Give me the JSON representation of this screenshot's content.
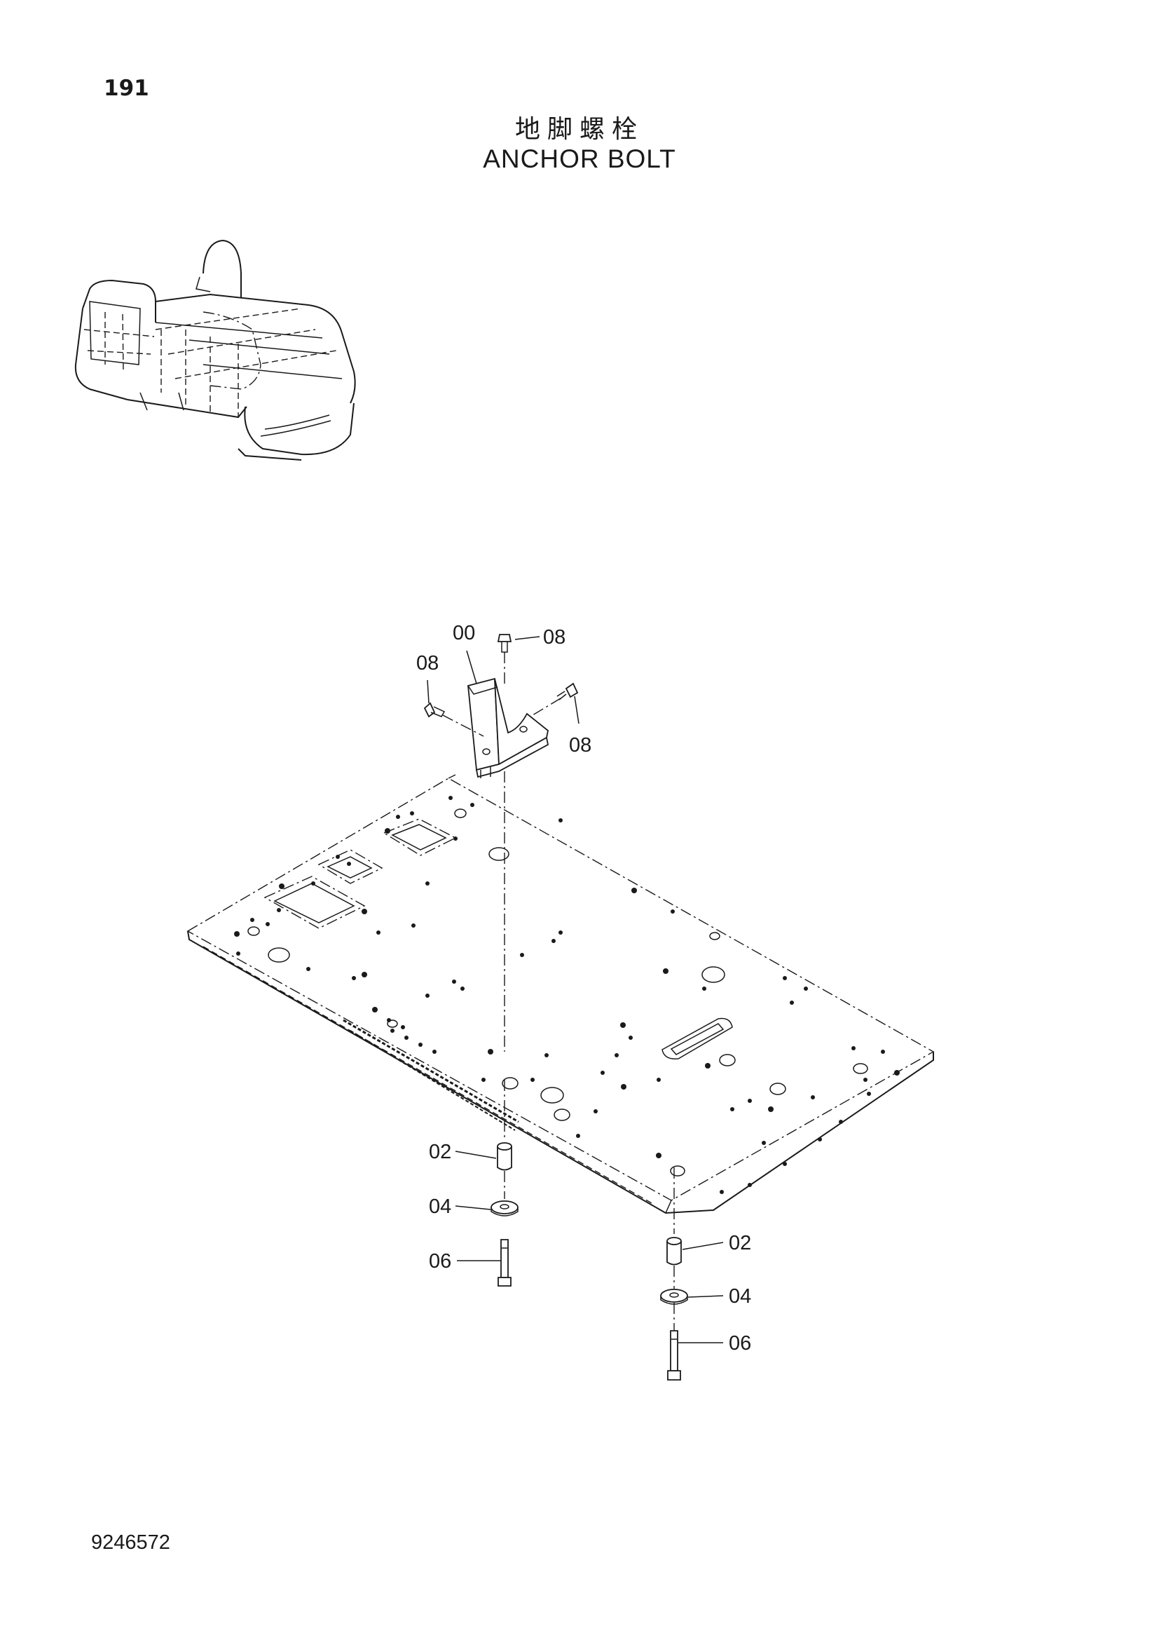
{
  "page": {
    "number": "191",
    "title_cn": "地脚螺栓",
    "title_en": "ANCHOR BOLT",
    "document_number": "9246572"
  },
  "callouts": {
    "c00": "00",
    "c08a": "08",
    "c08b": "08",
    "c08c": "08",
    "c02a": "02",
    "c04a": "04",
    "c06a": "06",
    "c02b": "02",
    "c04b": "04",
    "c06b": "06"
  },
  "icons": {
    "overview": "excavator-upperstructure-icon",
    "floor_plate": "floor-plate-icon",
    "bracket": "bracket-icon",
    "bolt": "bolt-icon",
    "spacer": "spacer-icon",
    "washer": "washer-icon"
  }
}
